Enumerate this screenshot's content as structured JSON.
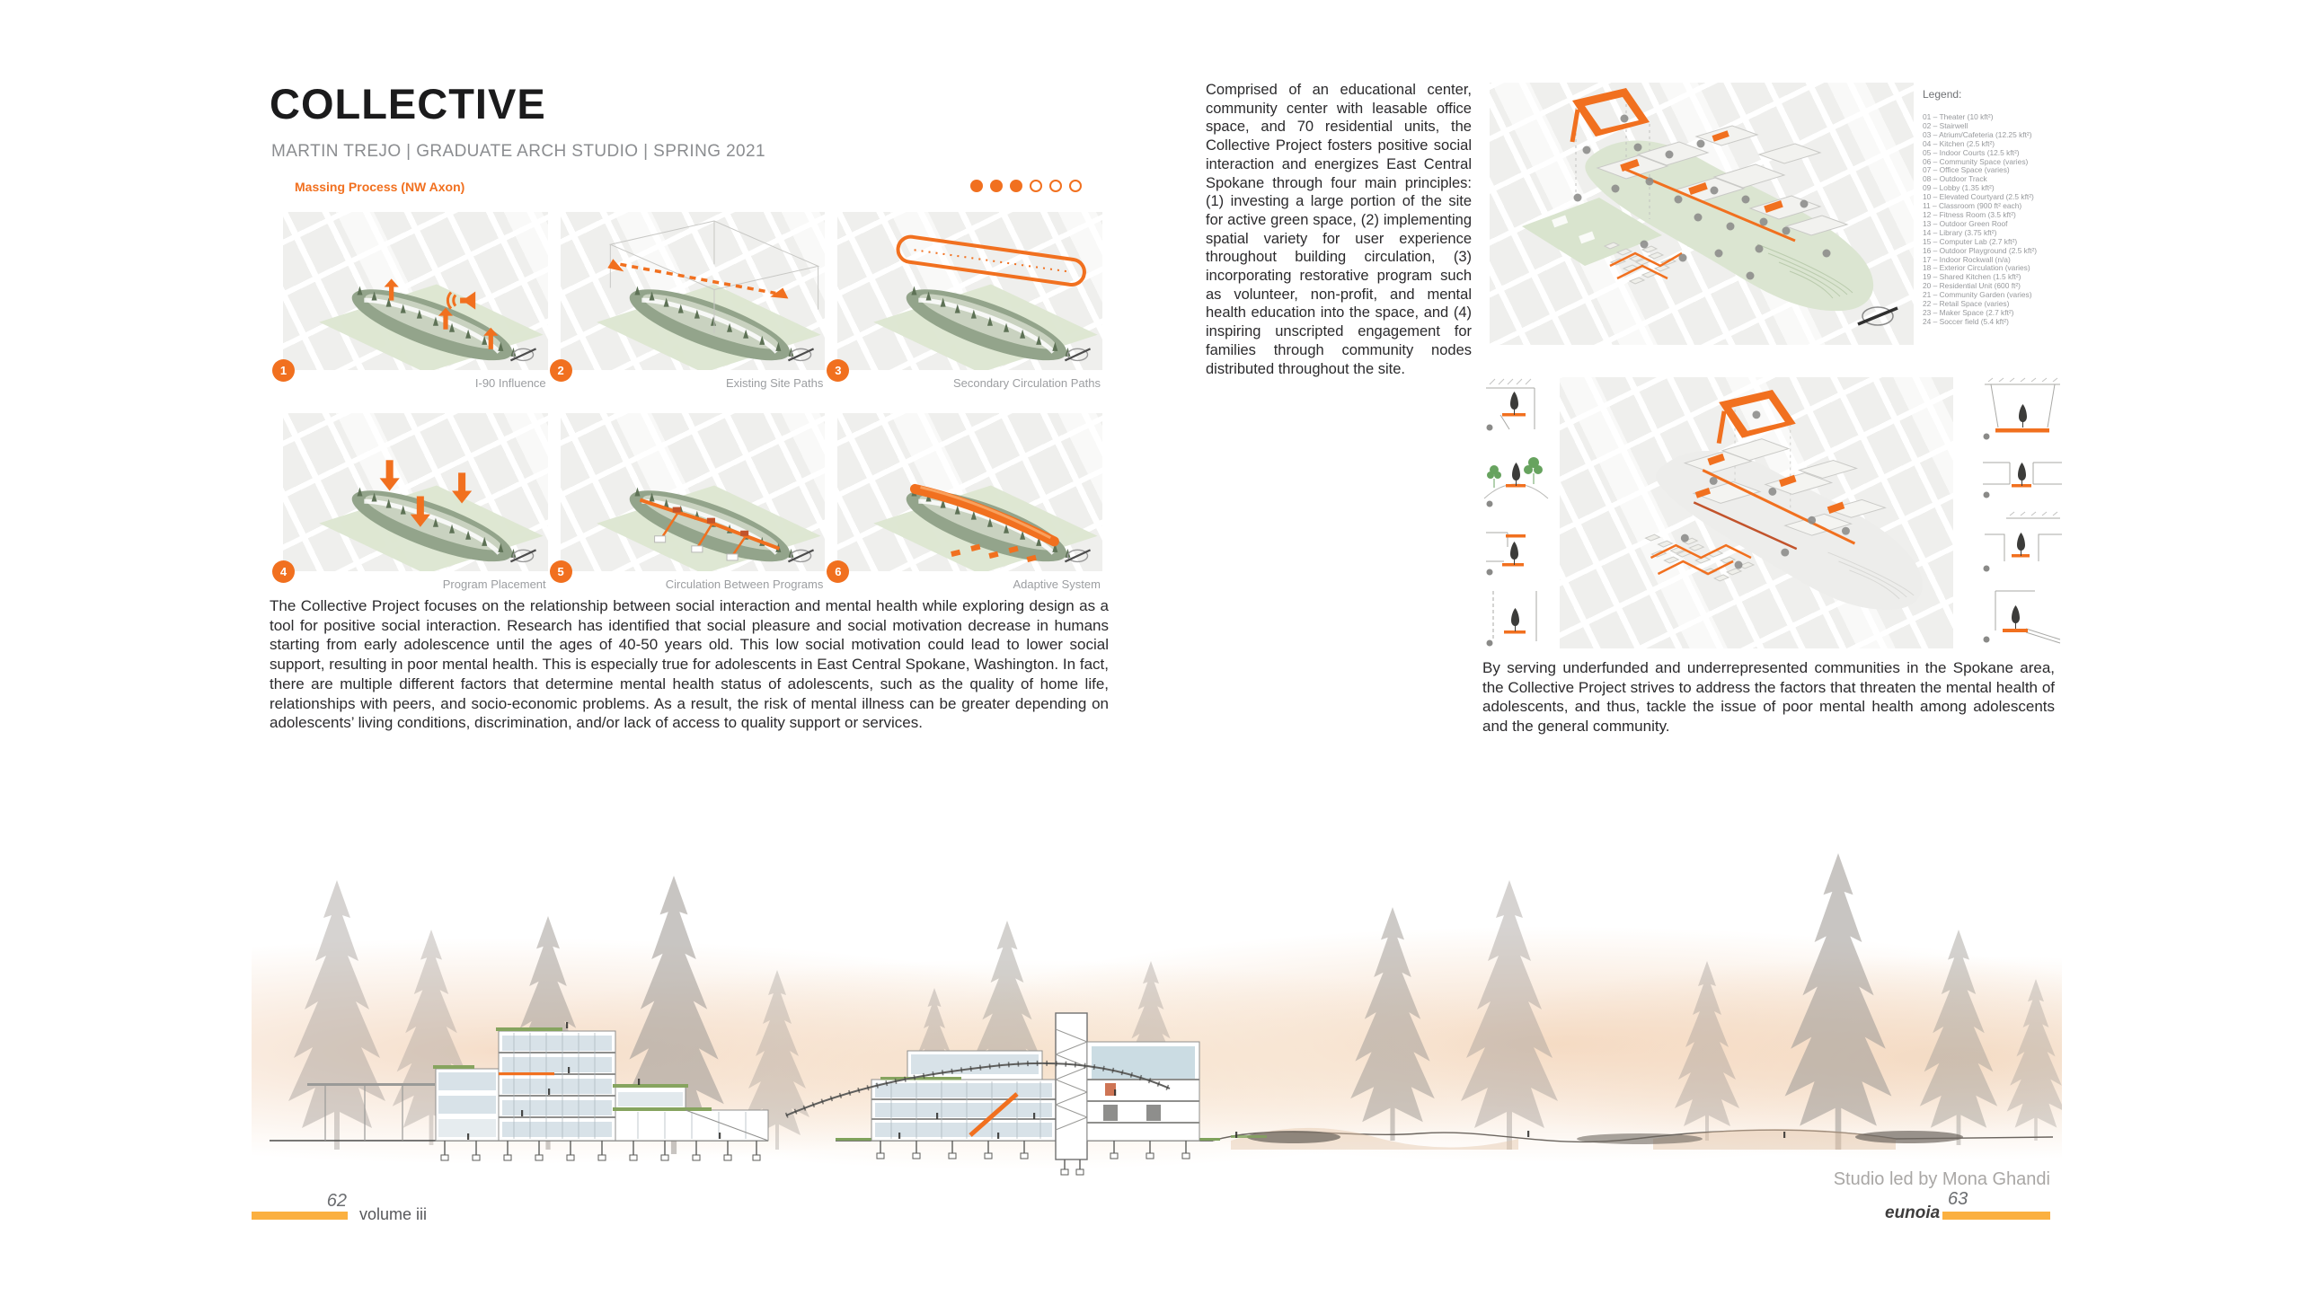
{
  "colors": {
    "accent": "#F1701F",
    "amber": "#FBB040",
    "site_green": "#DCE6D1",
    "berm_green": "#93A48B"
  },
  "left_page": {
    "title": "COLLECTIVE",
    "subtitle": "MARTIN TREJO | GRADUATE ARCH STUDIO | SPRING 2021",
    "process_label": "Massing Process (NW Axon)",
    "progress_dots": {
      "filled": 3,
      "total": 6
    },
    "panels": [
      {
        "num": "1",
        "caption": "I-90 Influence"
      },
      {
        "num": "2",
        "caption": "Existing Site Paths"
      },
      {
        "num": "3",
        "caption": "Secondary Circulation Paths"
      },
      {
        "num": "4",
        "caption": "Program Placement"
      },
      {
        "num": "5",
        "caption": "Circulation Between Programs"
      },
      {
        "num": "6",
        "caption": "Adaptive System"
      }
    ],
    "body": "The Collective Project focuses on the relationship between social interaction and mental health while exploring design as a tool for positive social interaction.  Research has identified that social pleasure and social motivation decrease in humans starting from early adolescence until the ages of 40-50 years old.  This low social motivation could lead to lower social support, resulting in poor mental health.  This is especially true for adolescents in East Central Spokane, Washington.  In fact, there are multiple different factors that determine mental health status of adolescents, such as the quality of home life, relationships with peers, and socio-economic problems.  As a result, the risk of mental illness can be greater depending on adolescents’ living conditions, discrimination, and/or lack of access to quality support or services.",
    "page_number": "62",
    "volume_label": "volume iii"
  },
  "right_page": {
    "intro": "Comprised of an educational center, community center with leasable office space, and 70 residential units, the Collective Project fosters positive social interaction and energizes East Central Spokane through four main principles: (1) investing a large portion of the site for active green space, (2) implementing spatial variety for user experience throughout building circulation, (3) incorporating restorative program such as volunteer, non-profit, and mental health education into the space, and (4) inspiring unscripted engagement for families through community nodes distributed throughout the site.",
    "legend": {
      "title": "Legend:",
      "items": [
        "01 – Theater (10 kft²)",
        "02 – Stairwell",
        "03 – Atrium/Cafeteria (12.25 kft²)",
        "04 – Kitchen (2.5 kft²)",
        "05 – Indoor Courts (12.5 kft²)",
        "06 – Community Space (varies)",
        "07 – Office Space (varies)",
        "08 – Outdoor Track",
        "09 – Lobby (1.35 kft²)",
        "10 – Elevated Courtyard (2.5 kft²)",
        "11 – Classroom (900 ft² each)",
        "12 – Fitness Room (3.5 kft²)",
        "13 – Outdoor Green Roof",
        "14 – Library (3.75 kft²)",
        "15 – Computer Lab (2.7 kft²)",
        "16 – Outdoor Playground (2.5 kft²)",
        "17 – Indoor Rockwall (n/a)",
        "18 – Exterior Circulation (varies)",
        "19 – Shared Kitchen (1.5 kft²)",
        "20 – Residential Unit (600 ft²)",
        "21 – Community Garden (varies)",
        "22 – Retail Space (varies)",
        "23 – Maker Space (2.7 kft²)",
        "24 – Soccer field (5.4 kft²)"
      ]
    },
    "outro": "By serving underfunded and underrepresented communities in the Spokane area, the Collective Project strives to address the factors that threaten the mental health of adolescents, and thus, tackle the issue of poor mental health among adolescents and the general community.",
    "studio_credit": "Studio led by Mona Ghandi",
    "publication": "eunoia",
    "page_number": "63"
  }
}
